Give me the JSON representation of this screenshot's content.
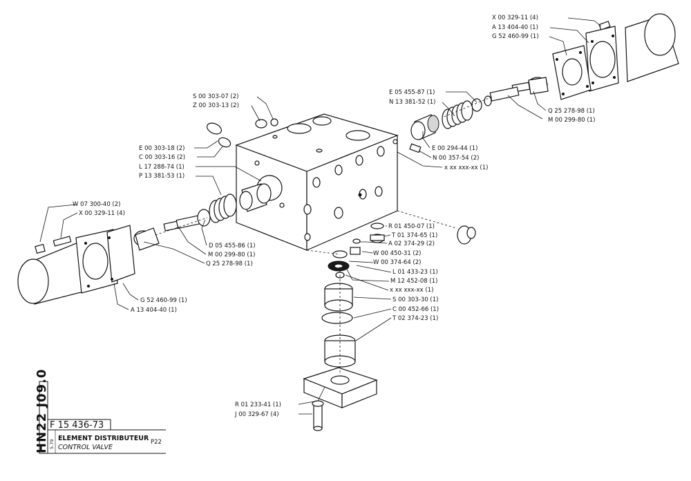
{
  "title_block": {
    "vertical_code": "HN22 J09.0",
    "drawing_number": "F 15 436-73",
    "title": "ELEMENT DISTRIBUTEUR",
    "subtitle": "CONTROL VALVE",
    "model": "P22",
    "date": "5.79"
  },
  "callouts": [
    "X 00 329-11 (4)",
    "A 13 404-40 (1)",
    "G 52 460-99 (1)",
    "E 05 455-87 (1)",
    "N 13 381-52 (1)",
    "Q 25 278-98 (1)",
    "M 00 299-80 (1)",
    "S 00 303-07 (2)",
    "Z 00 303-13 (2)",
    "E 00 303-18 (2)",
    "C 00 303-16 (2)",
    "L 17 288-74 (1)",
    "P 13 381-53 (1)",
    "E 00 294-44 (1)",
    "N 00 357-54 (2)",
    "x xx xxx-xx (1)",
    "W 07 300-40 (2)",
    "X 00 329-11 (4)",
    "R 01 450-07 (1)",
    "T 01 374-65 (1)",
    "A 02 374-29 (2)",
    "W 00 450-31 (2)",
    "W 00 374-64 (2)",
    "L 01 433-23 (1)",
    "M 12 452-08 (1)",
    "x xx xxx-xx (1)",
    "D 05 455-86 (1)",
    "M 00 299-80 (1)",
    "Q 25 278-98 (1)",
    "S 00 303-30 (1)",
    "C 00 452-66 (1)",
    "T 02 374-23 (1)",
    "G 52 460-99 (1)",
    "A 13 404-40 (1)",
    "R 01 233-41 (1)",
    "J 00 329-67 (4)"
  ]
}
